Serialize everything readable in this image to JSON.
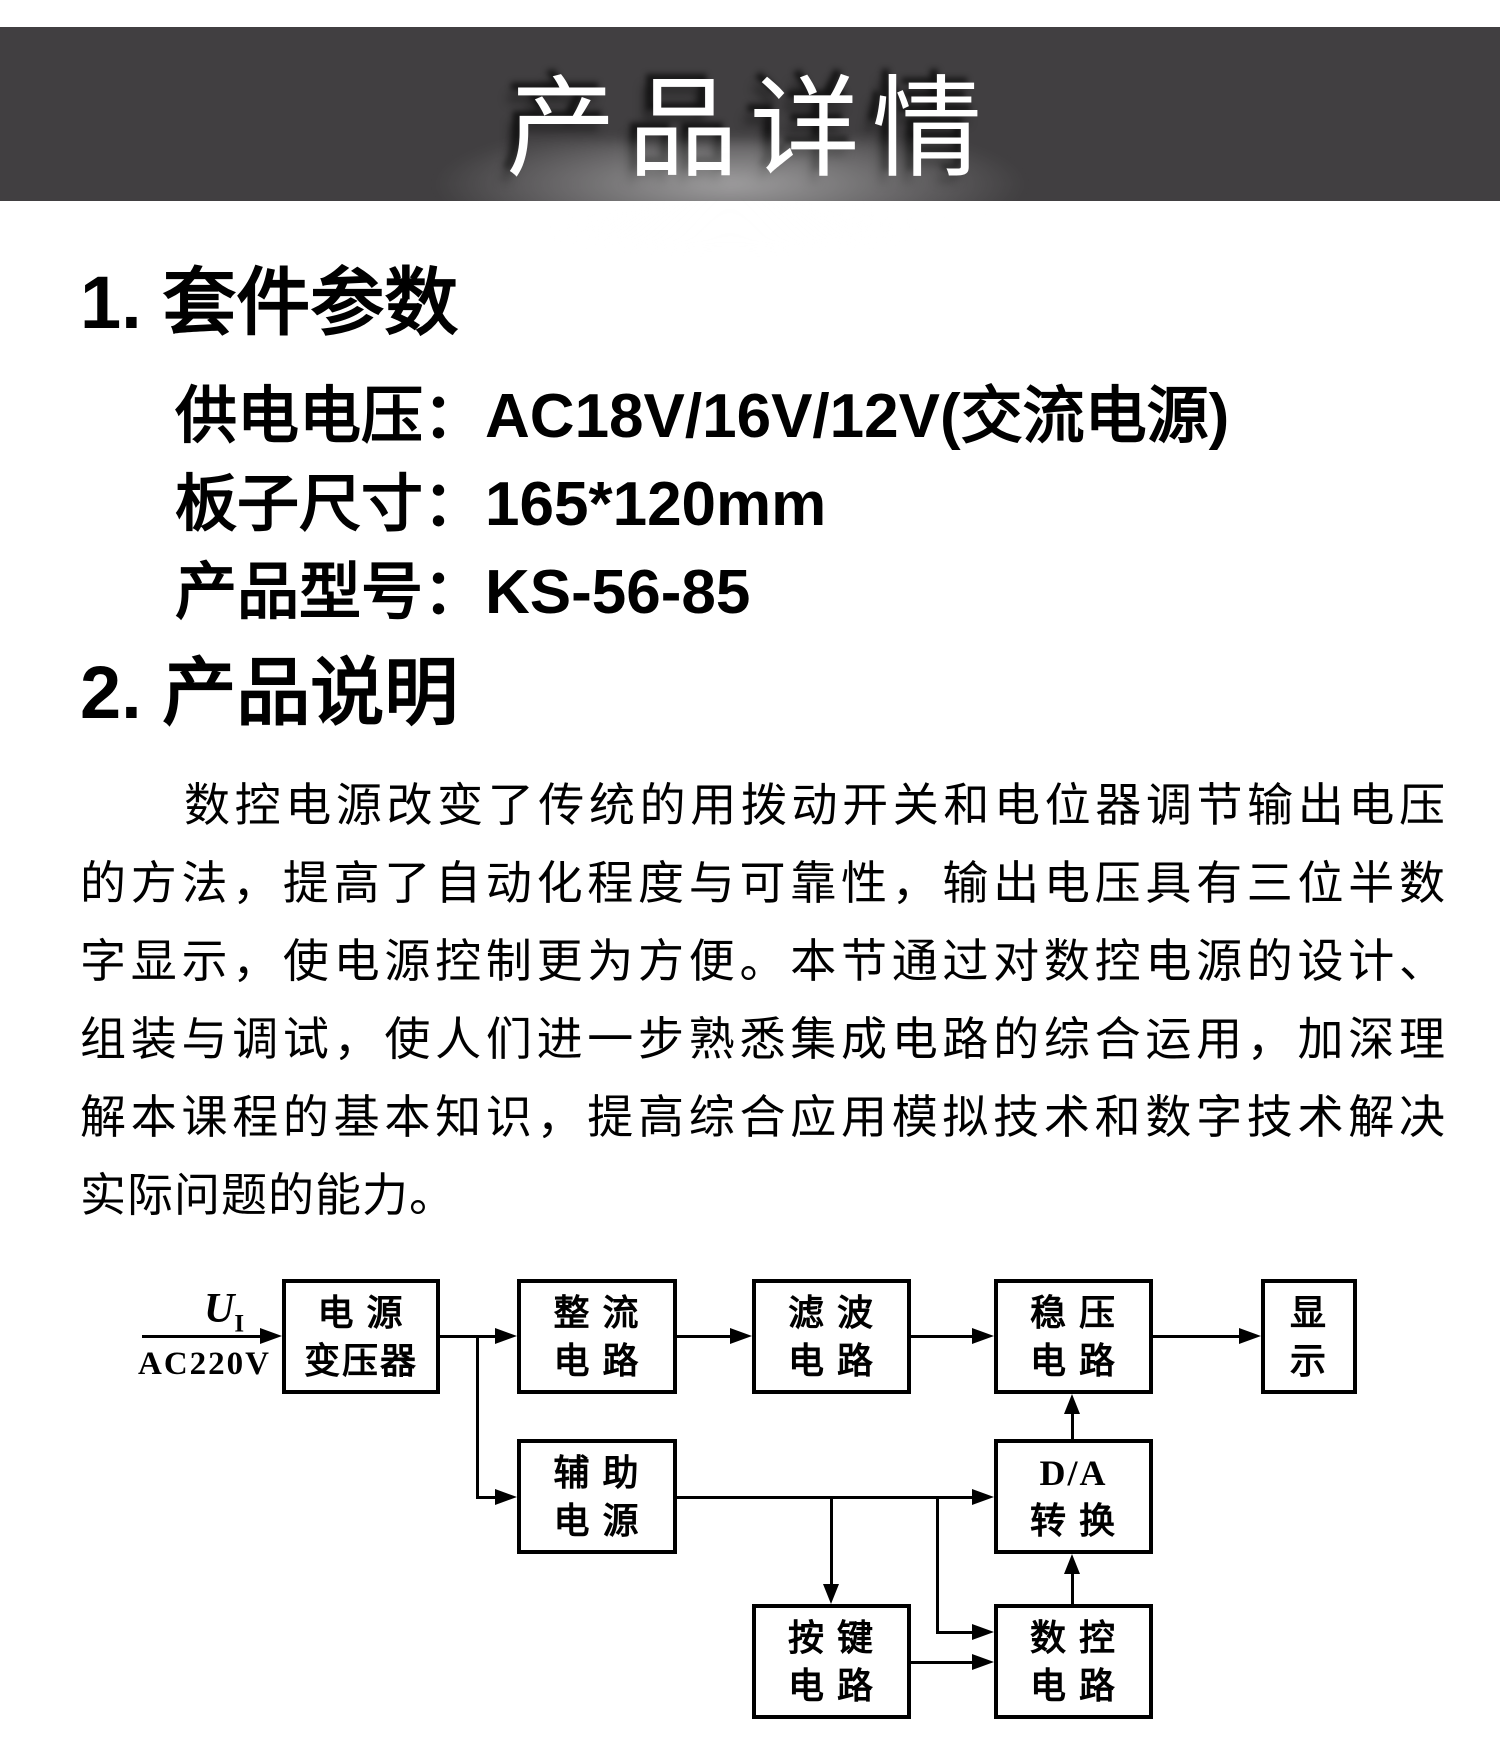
{
  "banner": {
    "title": "产品详情",
    "bg_color": "#413f41",
    "title_color": "#ffffff"
  },
  "sections": {
    "params": {
      "heading": "1. 套件参数",
      "items": [
        {
          "label": "供电电压：",
          "value": "AC18V/16V/12V(交流电源)"
        },
        {
          "label": "板子尺寸：",
          "value": "165*120mm"
        },
        {
          "label": "产品型号：",
          "value": "KS-56-85"
        }
      ]
    },
    "description": {
      "heading": "2. 产品说明",
      "lines": [
        "数控电源改变了传统的用拨动开关和电位器调节输出电压",
        "的方法，提高了自动化程度与可靠性，输出电压具有三位半数",
        "字显示，使电源控制更为方便。本节通过对数控电源的设计、",
        "组装与调试，使人们进一步熟悉集成电路的综合运用，加深理",
        "解本课程的基本知识，提高综合应用模拟技术和数字技术解决",
        "实际问题的能力。"
      ]
    }
  },
  "diagram": {
    "line_color": "#000000",
    "input": {
      "symbol": "U",
      "subscript": "I",
      "source": "AC220V"
    },
    "boxes": {
      "transformer": {
        "line1": "电 源",
        "line2": "变压器"
      },
      "rectifier": {
        "line1": "整 流",
        "line2": "电 路"
      },
      "filter": {
        "line1": "滤 波",
        "line2": "电 路"
      },
      "regulator": {
        "line1": "稳 压",
        "line2": "电 路"
      },
      "display": {
        "line1": "显",
        "line2": "示"
      },
      "aux": {
        "line1": "辅 助",
        "line2": "电 源"
      },
      "dac": {
        "line1": "D/A",
        "line2": "转 换"
      },
      "keys": {
        "line1": "按 键",
        "line2": "电 路"
      },
      "control": {
        "line1": "数 控",
        "line2": "电 路"
      }
    }
  }
}
